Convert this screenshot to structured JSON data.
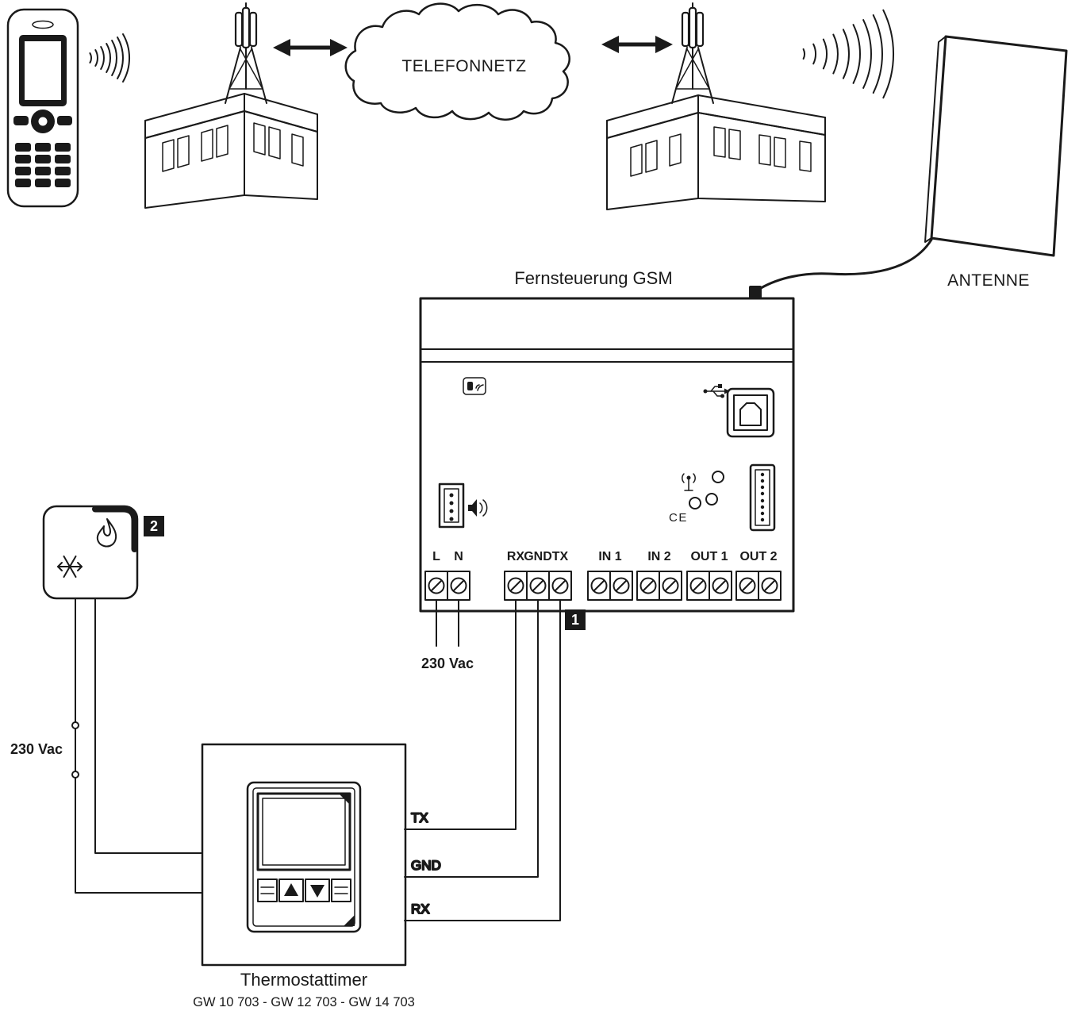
{
  "colors": {
    "ink": "#1a1a1a",
    "background": "#ffffff"
  },
  "network_cloud": {
    "label": "TELEFONNETZ"
  },
  "external_antenna": {
    "label": "ANTENNE"
  },
  "gsm_unit": {
    "title": "Fernsteuerung GSM",
    "ce_mark": "CE",
    "marker": "1",
    "mains_label": "230 Vac",
    "terminals": {
      "l": "L",
      "n": "N",
      "rx": "RX",
      "gnd": "GND",
      "tx": "TX",
      "in1": "IN 1",
      "in2": "IN 2",
      "out1": "OUT 1",
      "out2": "OUT 2"
    }
  },
  "load_unit": {
    "marker": "2",
    "mains_label": "230 Vac"
  },
  "serial_wires": {
    "tx": "TX",
    "gnd": "GND",
    "rx": "RX"
  },
  "thermostat": {
    "title": "Thermostattimer",
    "models": "GW 10 703 - GW 12 703 - GW 14 703"
  }
}
